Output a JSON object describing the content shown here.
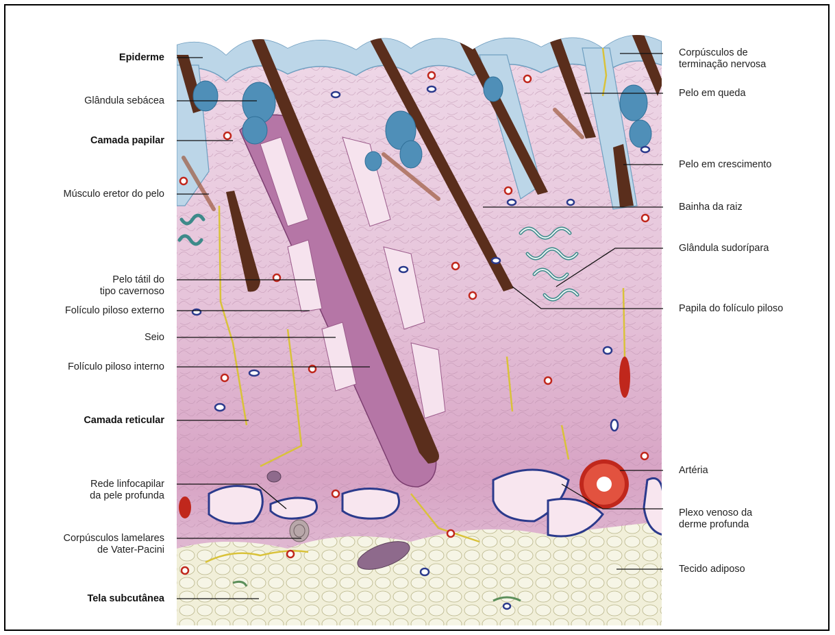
{
  "figure": {
    "left_labels": [
      {
        "id": "epiderme",
        "lines": [
          "Epiderme"
        ],
        "bold": true
      },
      {
        "id": "glandula-sebacea",
        "lines": [
          "Glândula sebácea"
        ],
        "bold": false
      },
      {
        "id": "camada-papilar",
        "lines": [
          "Camada papilar"
        ],
        "bold": true
      },
      {
        "id": "musculo-eretor",
        "lines": [
          "Músculo eretor do pelo"
        ],
        "bold": false
      },
      {
        "id": "pelo-tatil",
        "lines": [
          "Pelo tátil do",
          "tipo cavernoso"
        ],
        "bold": false
      },
      {
        "id": "foliculo-externo",
        "lines": [
          "Folículo piloso externo"
        ],
        "bold": false
      },
      {
        "id": "seio",
        "lines": [
          "Seio"
        ],
        "bold": false
      },
      {
        "id": "foliculo-interno",
        "lines": [
          "Folículo piloso interno"
        ],
        "bold": false
      },
      {
        "id": "camada-reticular",
        "lines": [
          "Camada reticular"
        ],
        "bold": true
      },
      {
        "id": "rede-linfocapilar",
        "lines": [
          "Rede linfocapilar",
          "da pele profunda"
        ],
        "bold": false
      },
      {
        "id": "corpusculos-lamelares",
        "lines": [
          "Corpúsculos lamelares",
          "de Vater-Pacini"
        ],
        "bold": false
      },
      {
        "id": "tela-subcutanea",
        "lines": [
          "Tela subcutânea"
        ],
        "bold": true
      }
    ],
    "right_labels": [
      {
        "id": "corpusculos-terminacao",
        "lines": [
          "Corpúsculos de",
          "terminação nervosa"
        ]
      },
      {
        "id": "pelo-queda",
        "lines": [
          "Pelo em queda"
        ]
      },
      {
        "id": "pelo-crescimento",
        "lines": [
          "Pelo em crescimento"
        ]
      },
      {
        "id": "bainha-raiz",
        "lines": [
          "Bainha da raiz"
        ]
      },
      {
        "id": "glandula-sudoripara",
        "lines": [
          "Glândula sudorípara"
        ]
      },
      {
        "id": "papila-foliculo",
        "lines": [
          "Papila do folículo piloso"
        ]
      },
      {
        "id": "arteria",
        "lines": [
          "Artéria"
        ]
      },
      {
        "id": "plexo-venoso",
        "lines": [
          "Plexo venoso da",
          "derme profunda"
        ]
      },
      {
        "id": "tecido-adiposo",
        "lines": [
          "Tecido adiposo"
        ]
      }
    ]
  },
  "colors": {
    "epidermis": "#b9d3e6",
    "dermis_papillary": "#e8cfe0",
    "dermis_reticular": "#d8a9c8",
    "hair_shaft": "#5a2e1c",
    "sebaceous": "#4f8fb8",
    "adipose": "#f4f3e2",
    "vein": "#2b3a8c",
    "artery": "#c0271c"
  }
}
